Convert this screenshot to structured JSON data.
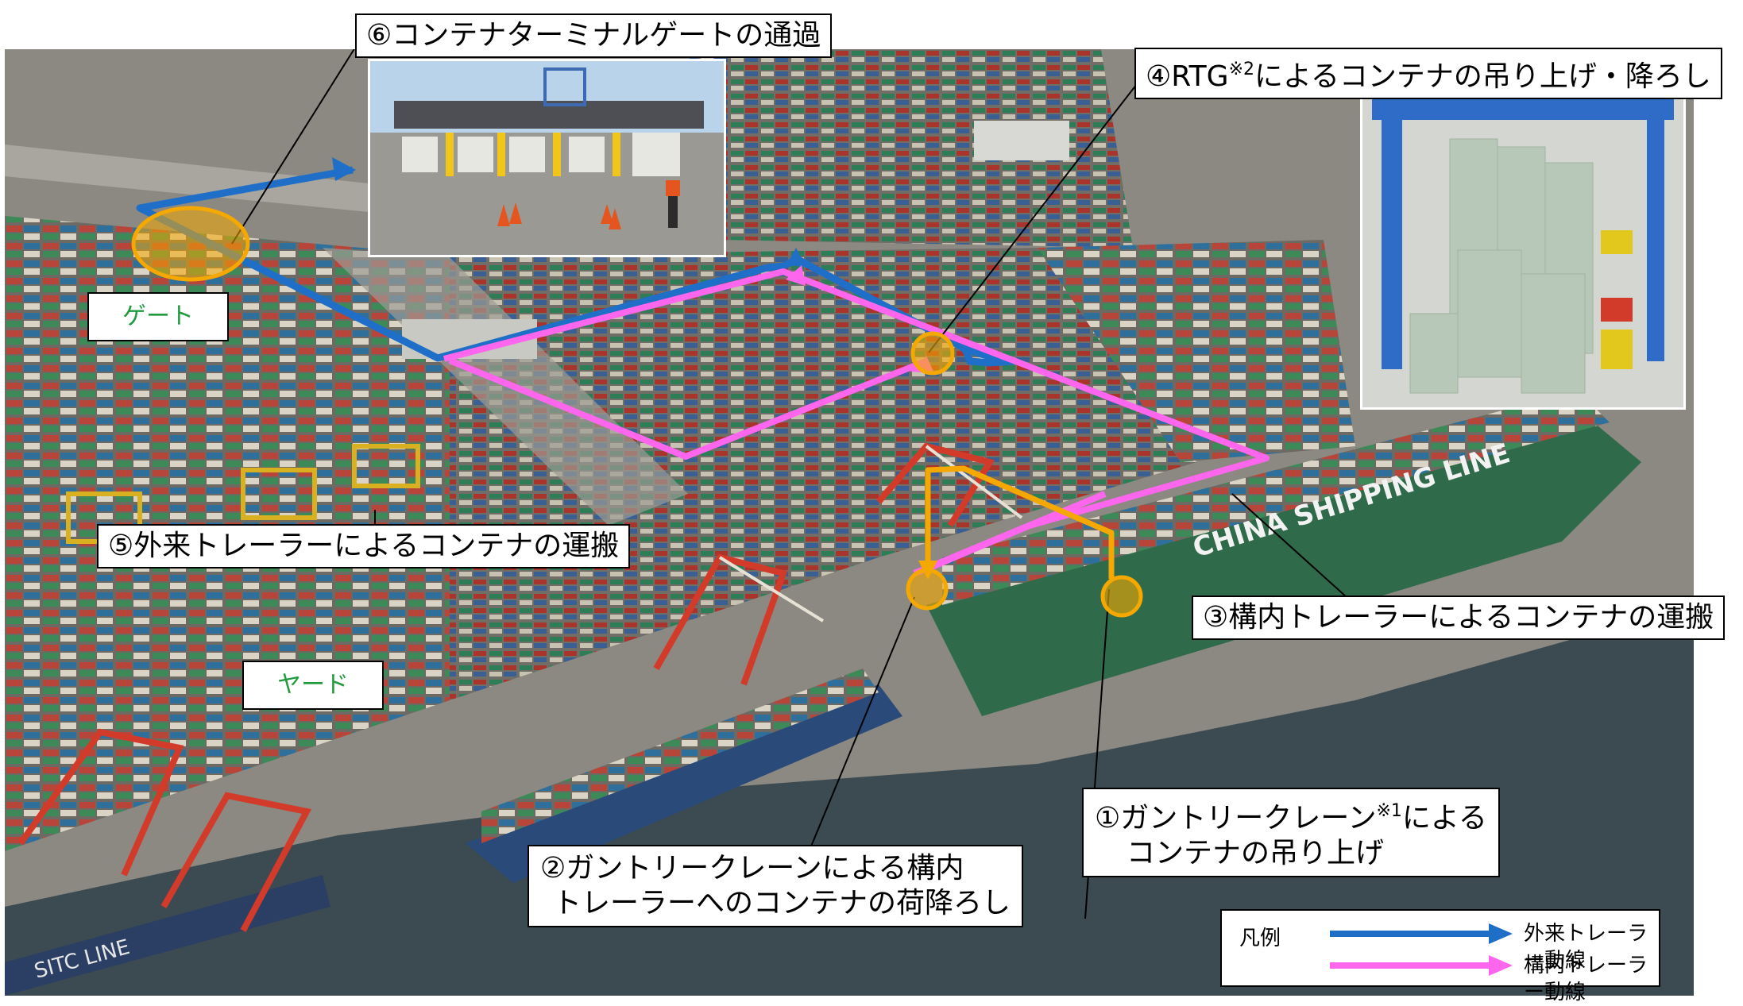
{
  "labels": {
    "gate_pass": "⑥コンテナターミナルゲートの通過",
    "rtg_lift_prefix": "④RTG",
    "rtg_lift_note": "※2",
    "rtg_lift_suffix": "によるコンテナの吊り上げ・降ろし",
    "external_trailer": "⑤外来トレーラーによるコンテナの運搬",
    "internal_trailer": "③構内トレーラーによるコンテナの運搬",
    "gantry_lift_line1_prefix": "①ガントリークレーン",
    "gantry_lift_note": "※1",
    "gantry_lift_line1_suffix": "による",
    "gantry_lift_line2": "コンテナの吊り上げ",
    "gantry_unload_line1": "②ガントリークレーンによる構内",
    "gantry_unload_line2": "トレーラーへのコンテナの荷降ろし",
    "gate": "ゲート",
    "yard": "ヤード"
  },
  "ship_hull_text": "CHINA SHIPPING LINE",
  "ship2_hull_text": "SITC LINE",
  "legend": {
    "title": "凡例",
    "external_route": "外来トレーラー動線",
    "internal_route": "構内トレーラー動線"
  },
  "colors": {
    "external_route": "#1f6fc8",
    "internal_route": "#ff66ee",
    "gantry_route": "#f5a800",
    "gate_label_text": "#1f9a3c",
    "marker": "#f5a800"
  }
}
